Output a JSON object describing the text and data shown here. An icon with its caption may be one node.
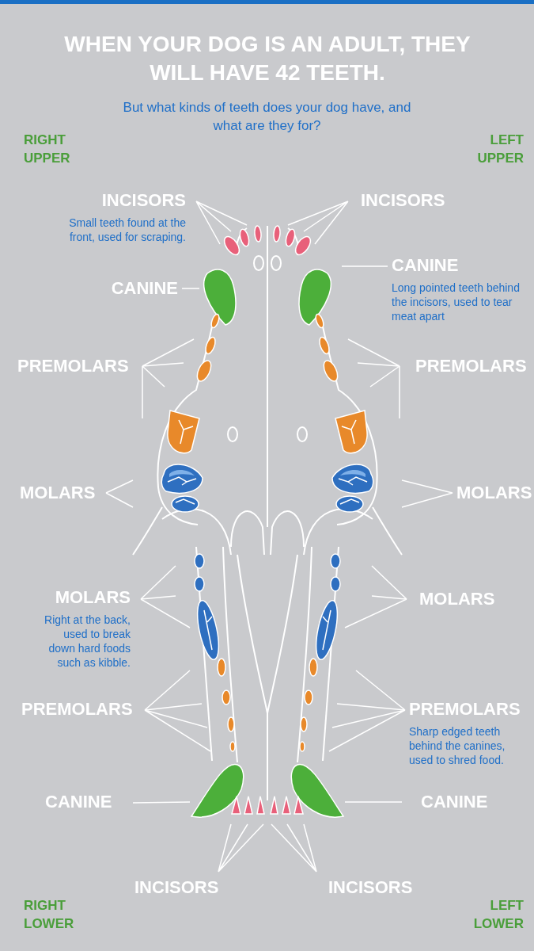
{
  "diagram": {
    "title": "WHEN YOUR DOG IS AN ADULT, THEY WILL HAVE 42 TEETH.",
    "nodes": [
      {
        "text": [
          "INCISORS",
          "Small teeth found at the front, used for scraping."
        ]
      },
      {
        "text": [
          "INCISORS"
        ]
      },
      {
        "text": [
          "CANINE",
          "Long pointed teeth behind the incisors, used to tear meat apart"
        ]
      },
      {
        "text": [
          "CANINE"
        ]
      },
      {
        "text": [
          "PREMOLARS"
        ]
      },
      {
        "text": [
          "PREMOLARS"
        ]
      },
      {
        "text": [
          "MOLARS"
        ]
      },
      {
        "text": [
          "MOLARS"
        ]
      },
      {
        "text": [
          "MOLARS",
          "Right at the back, used to break down hard foods such as kibble."
        ]
      },
      {
        "text": [
          "MOLARS"
        ]
      },
      {
        "text": [
          "PREMOLARS"
        ]
      },
      {
        "text": [
          "PREMOLARS",
          "Sharp edged teeth behind the canines, used to shred food."
        ]
      },
      {
        "text": [
          "CANINE"
        ]
      },
      {
        "text": [
          "CANINE"
        ]
      },
      {
        "text": [
          "INCISORS"
        ]
      },
      {
        "text": [
          "INCISORS"
        ]
      },
      {
        "text": [],
        "shape": "picture"
      },
      {
        "text": [],
        "shape": "picture"
      },
      {
        "text": [],
        "shape": "picture"
      },
      {
        "text": [],
        "shape": "picture"
      },
      {
        "text": [],
        "shape": "picture"
      },
      {
        "text": [],
        "shape": "picture"
      },
      {
        "text": [],
        "shape": "picture"
      },
      {
        "text": [],
        "shape": "picture"
      },
      {
        "text": [],
        "shape": "picture"
      },
      {
        "text": [],
        "shape": "picture"
      },
      {
        "text": [],
        "shape": "picture"
      },
      {
        "text": [],
        "shape": "picture"
      },
      {
        "text": [],
        "shape": "picture"
      },
      {
        "text": [],
        "shape": "picture"
      },
      {
        "text": [],
        "shape": "picture"
      },
      {
        "text": [],
        "shape": "picture"
      }
    ],
    "edges": [
      {
        "from": 0,
        "to": 16,
        "arrow": "none"
      },
      {
        "from": 1,
        "to": 17,
        "arrow": "none"
      },
      {
        "from": 2,
        "to": 18,
        "arrow": "none"
      },
      {
        "from": 3,
        "to": 19,
        "arrow": "none"
      },
      {
        "from": 4,
        "to": 20,
        "arrow": "none"
      },
      {
        "from": 5,
        "to": 21,
        "arrow": "none"
      },
      {
        "from": 6,
        "to": 22,
        "arrow": "none"
      },
      {
        "from": 7,
        "to": 23,
        "arrow": "none"
      },
      {
        "from": 8,
        "to": 24,
        "arrow": "none"
      },
      {
        "from": 9,
        "to": 25,
        "arrow": "none"
      },
      {
        "from": 10,
        "to": 26,
        "arrow": "none"
      },
      {
        "from": 11,
        "to": 27,
        "arrow": "none"
      },
      {
        "from": 12,
        "to": 28,
        "arrow": "none"
      },
      {
        "from": 13,
        "to": 29,
        "arrow": "none"
      },
      {
        "from": 14,
        "to": 30,
        "arrow": "none"
      },
      {
        "from": 15,
        "to": 31,
        "arrow": "none"
      }
    ],
    "labels": [
      "But what kinds of teeth does your dog have, and what are they for?",
      "RIGHT UPPER",
      "LEFT UPPER",
      "RIGHT LOWER",
      "LEFT LOWER"
    ]
  }
}
